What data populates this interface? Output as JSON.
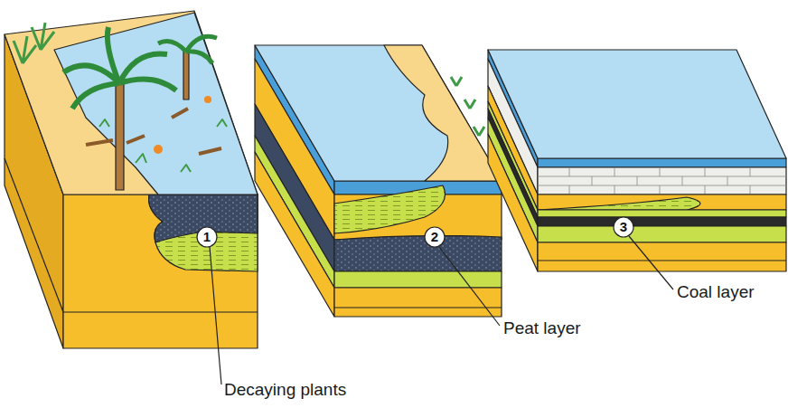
{
  "diagram": {
    "labels": [
      "1",
      "Decaying plants",
      "2",
      "Peat layer",
      "3",
      "Coal layer"
    ]
  }
}
